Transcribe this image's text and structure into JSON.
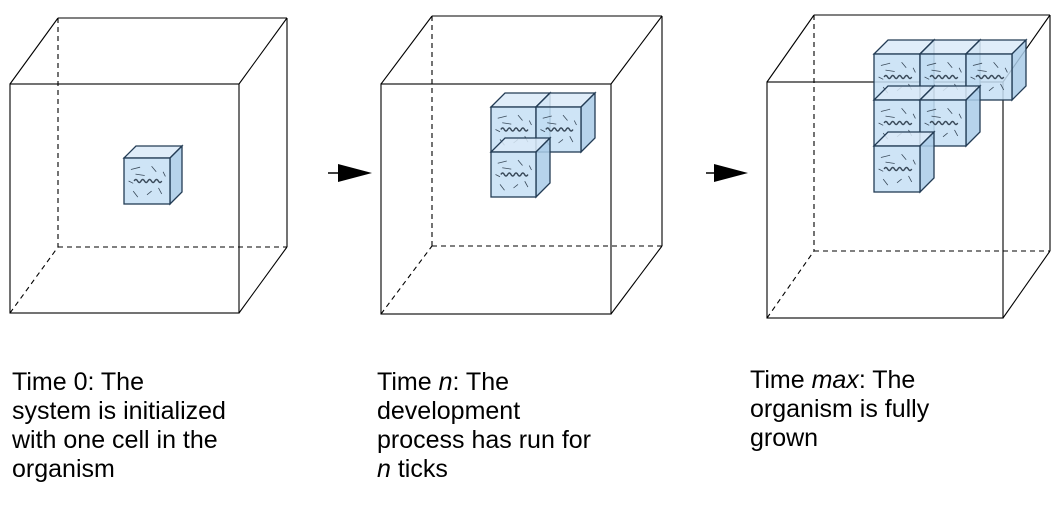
{
  "stages": [
    {
      "caption_lines": [
        [
          "Time 0: The"
        ],
        [
          "system is initialized"
        ],
        [
          "with one cell in the"
        ],
        [
          "organism"
        ]
      ],
      "cell_count": 1
    },
    {
      "caption_lines": [
        [
          "Time ",
          "n",
          ": The"
        ],
        [
          "development"
        ],
        [
          "process has run for"
        ],
        [
          "",
          "n",
          " ticks"
        ]
      ],
      "cell_count": 3
    },
    {
      "caption_lines": [
        [
          "Time ",
          "max",
          ": The"
        ],
        [
          "organism is fully"
        ],
        [
          "grown"
        ]
      ],
      "cell_count": 6
    }
  ],
  "colors": {
    "cell_fill": "#c6dff5",
    "cell_face": "#a9cbe8",
    "cell_stroke": "#233c55",
    "box_stroke": "#000000",
    "arrow": "#000000"
  }
}
